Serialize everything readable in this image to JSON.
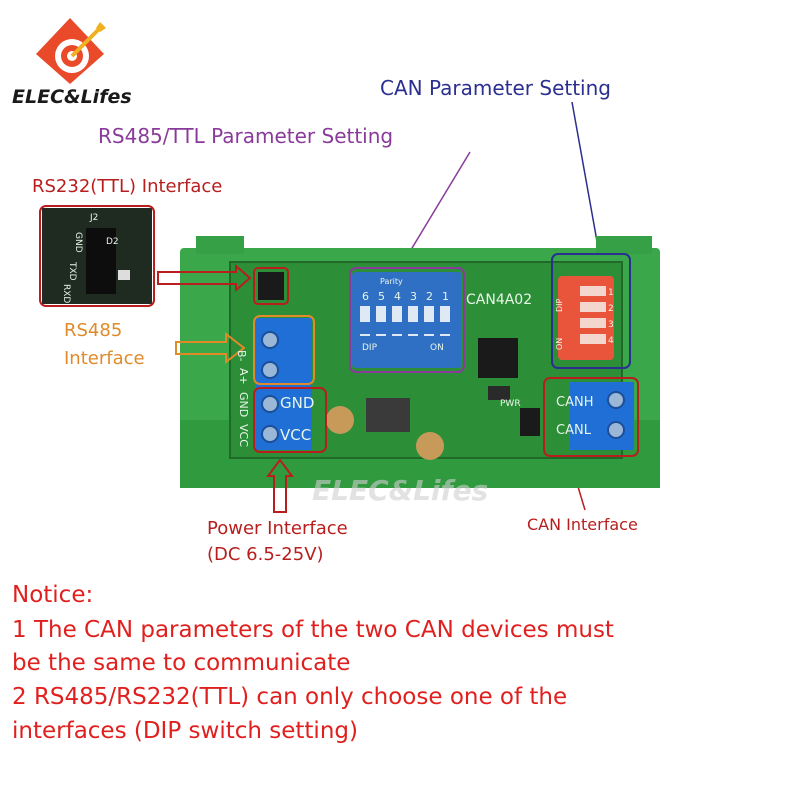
{
  "brand": {
    "name": "ELEC&Lifes",
    "watermark": "ELEC&Lifes"
  },
  "labels": {
    "can_parameter_setting": "CAN Parameter Setting",
    "rs485_ttl_parameter_setting": "RS485/TTL Parameter Setting",
    "rs232_ttl_interface": "RS232(TTL) Interface",
    "rs485_interface_line1": "RS485",
    "rs485_interface_line2": "Interface",
    "power_interface_line1": "Power Interface",
    "power_interface_line2": "(DC 6.5-25V)",
    "can_interface": "CAN Interface"
  },
  "board": {
    "model": "CAN4A02",
    "pwr": "PWR",
    "j2": "J2",
    "d2": "D2",
    "header_pins": [
      "GND",
      "TXD",
      "RXD"
    ],
    "left_terminals": [
      "B-",
      "A+",
      "GND",
      "VCC"
    ],
    "left_terminal_overlays": [
      "GND",
      "VCC"
    ],
    "can_terminals": [
      "CANH",
      "CANL"
    ],
    "dip_blue_numbers": [
      "6",
      "5",
      "4",
      "3",
      "2",
      "1"
    ],
    "dip_blue_top": "Parity",
    "dip_blue_labels": [
      "DIP",
      "ON"
    ],
    "dip_red_numbers": [
      "1",
      "2",
      "3",
      "4"
    ],
    "dip_red_labels": [
      "ON",
      "DIP"
    ]
  },
  "notice": {
    "title": "Notice:",
    "line1a": "1 The CAN parameters of the two CAN devices must",
    "line1b": "be the same to communicate",
    "line2a": "2 RS485/RS232(TTL) can only choose one of the",
    "line2b": "interfaces (DIP switch setting)"
  },
  "colors": {
    "pcb": "#2e9a3a",
    "terminal_blue": "#1f6fd6",
    "dip_blue": "#2f6fc4",
    "dip_red": "#e8553a",
    "notice_red": "#e0201e",
    "annotation_red": "#b81e1e"
  }
}
